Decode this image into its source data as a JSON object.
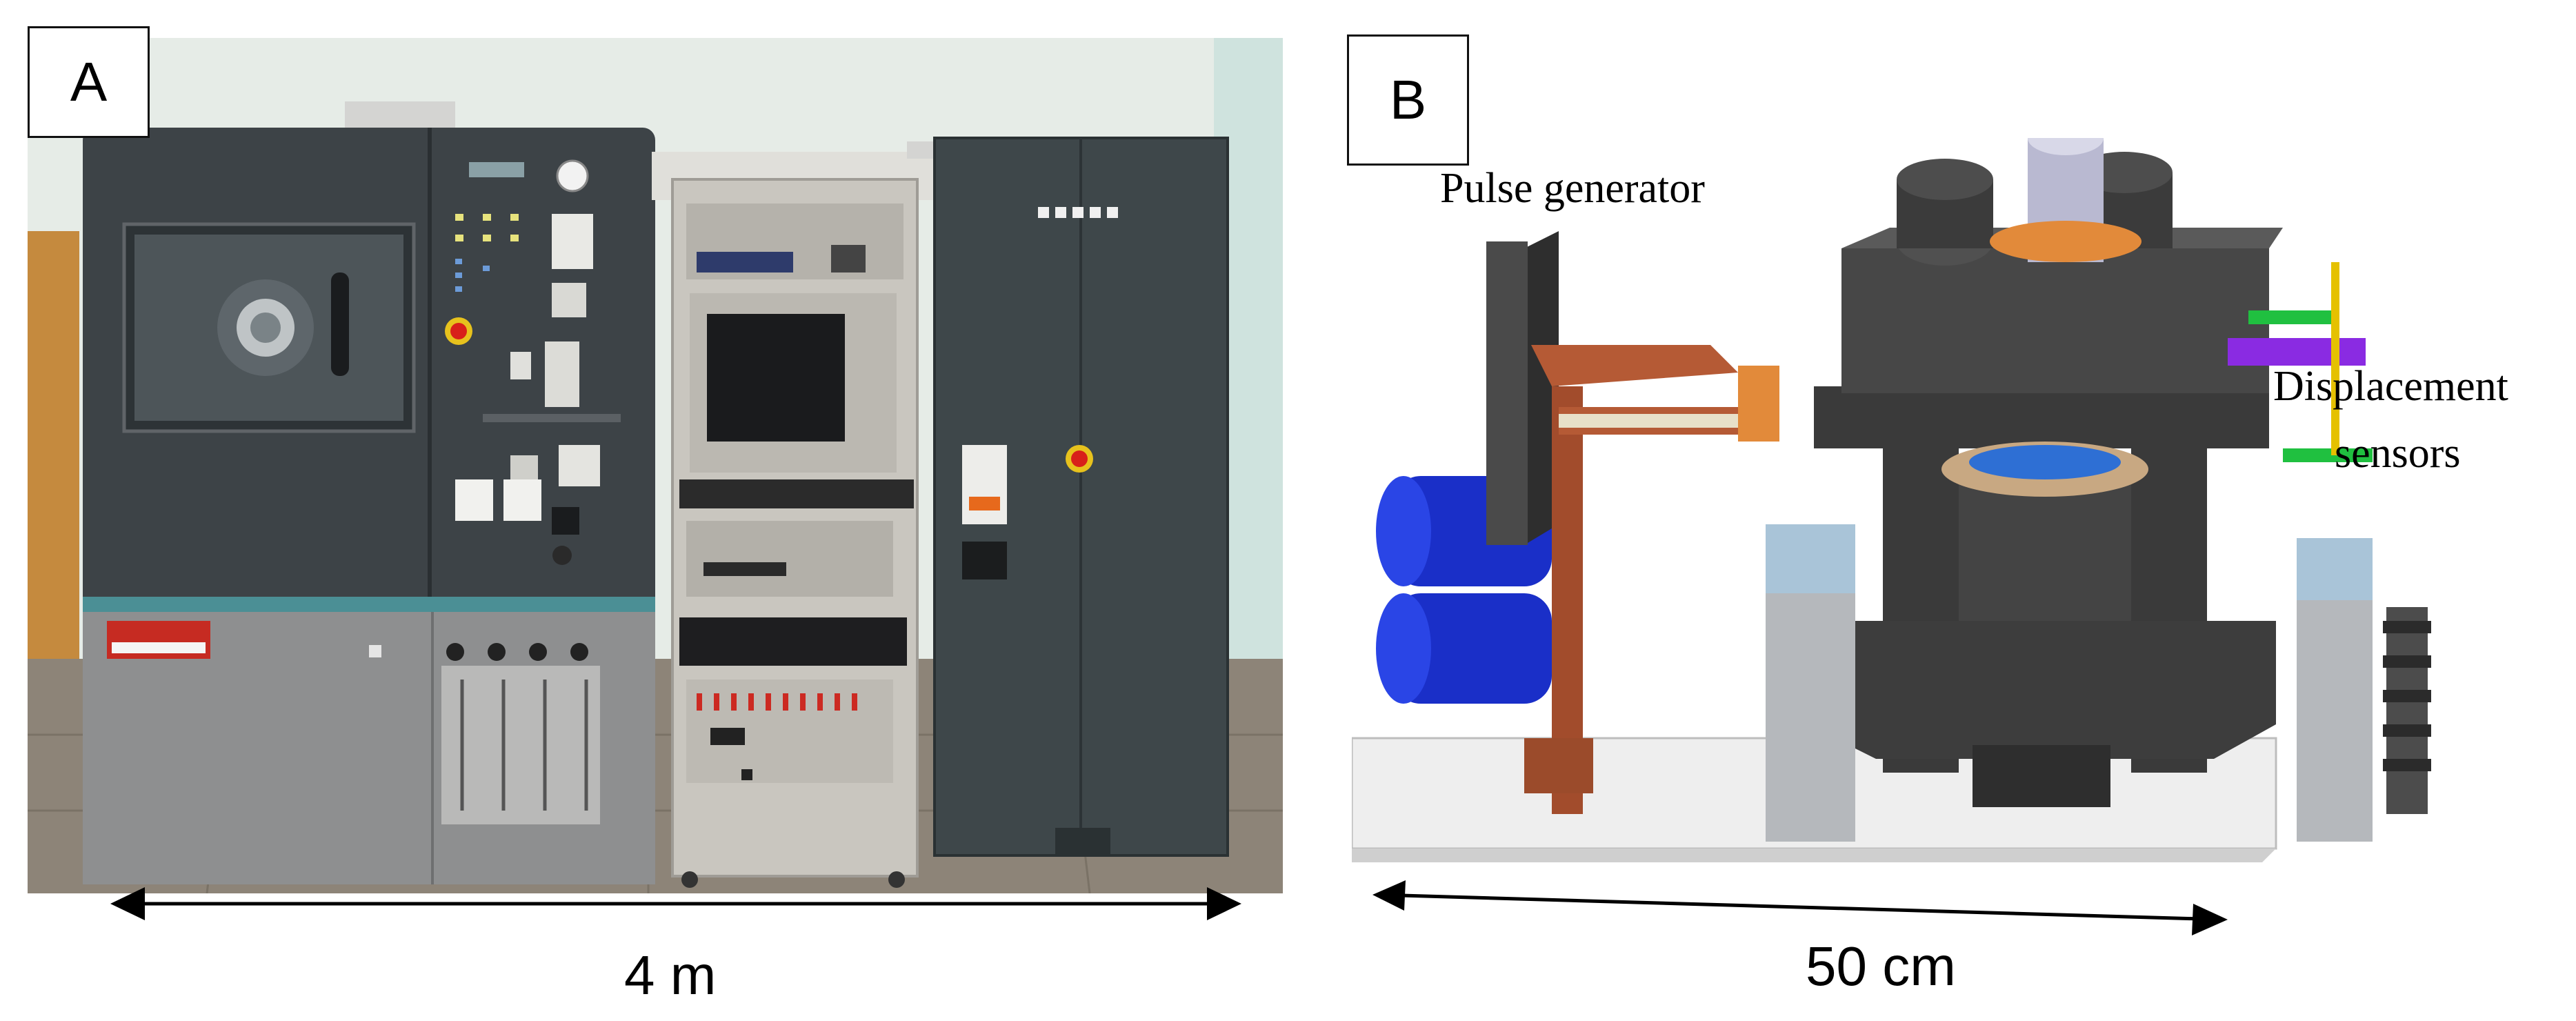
{
  "panels": [
    {
      "label": "A",
      "scale_text": "4 m"
    },
    {
      "label": "B",
      "scale_text": "50 cm",
      "annotations": {
        "left": "Pulse generator",
        "right_line1": "Displacement",
        "right_line2": "sensors"
      }
    }
  ],
  "colors": {
    "cabinet_dark": "#3d4347",
    "cabinet_grey": "#8e8f90",
    "teal_stripe": "#4b8f95",
    "rack_beige": "#c9c6bf",
    "press_dark": "#404040",
    "copper": "#b55a35",
    "capacitor_blue": "#1a2fc8",
    "sensor_green": "#20c040",
    "sensor_purple": "#8a2be2"
  },
  "icons": [
    "double-headed-arrow-icon",
    "emergency-stop-icon",
    "pressure-gauge-icon"
  ]
}
